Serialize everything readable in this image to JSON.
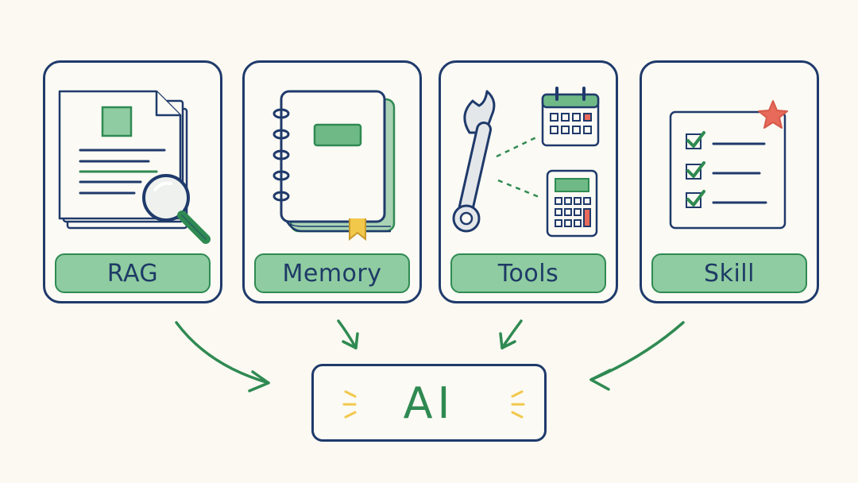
{
  "cards": [
    {
      "id": "rag",
      "label": "RAG",
      "icon": "documents-magnifier-icon"
    },
    {
      "id": "memory",
      "label": "Memory",
      "icon": "notebook-bookmark-icon"
    },
    {
      "id": "tools",
      "label": "Tools",
      "icon": "wrench-calendar-calculator-icon"
    },
    {
      "id": "skill",
      "label": "Skill",
      "icon": "checklist-star-icon"
    }
  ],
  "center": {
    "label": "AI"
  },
  "colors": {
    "navy": "#1f3a6b",
    "green": "#2f8a52",
    "light_green": "#8fcca1",
    "accent_red": "#e86a5a",
    "accent_yellow": "#f2c84b",
    "background": "#fbf9f2"
  }
}
